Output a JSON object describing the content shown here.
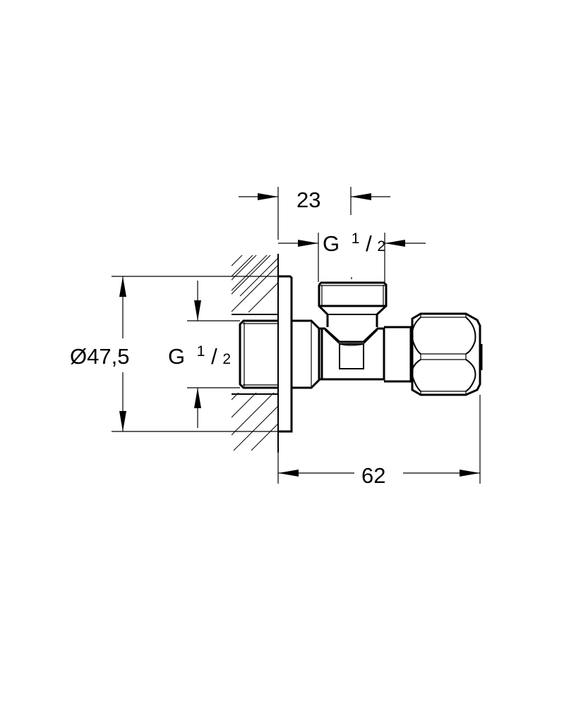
{
  "drawing": {
    "title": "Angle valve dimension drawing",
    "dimensions": {
      "top_offset": {
        "value": "23"
      },
      "top_thread": {
        "prefix": "G",
        "num": "1",
        "den": "2"
      },
      "rosette_diameter": {
        "value": "Ø47,5"
      },
      "wall_thread": {
        "prefix": "G",
        "num": "1",
        "den": "2"
      },
      "overall_length": {
        "value": "62"
      }
    },
    "colors": {
      "line": "#000000",
      "background": "#ffffff"
    }
  }
}
